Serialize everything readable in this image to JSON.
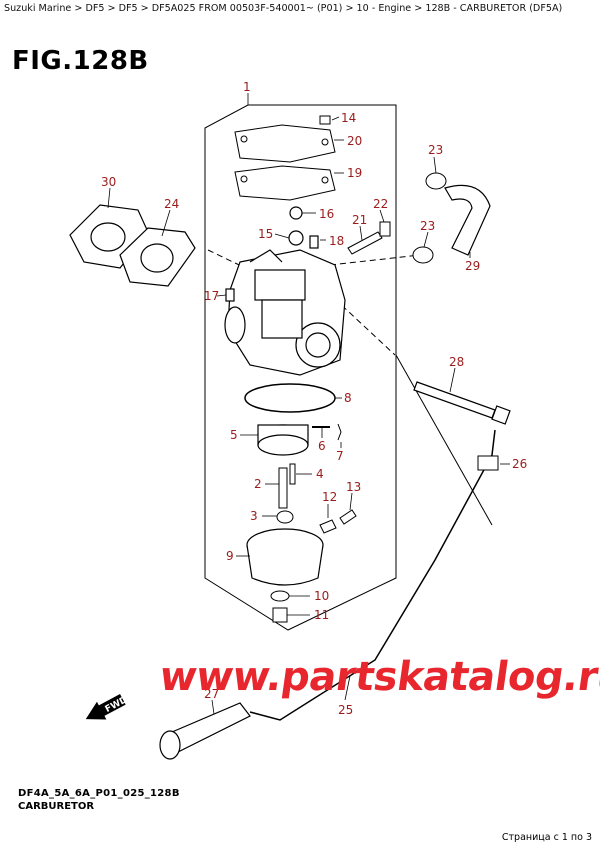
{
  "breadcrumb": "Suzuki Marine > DF5 > DF5 > DF5A025 FROM 00503F-540001~ (P01) > 10 - Engine > 128B - CARBURETOR (DF5A)",
  "figure_title": "FIG.128B",
  "fwd_label": "FWD",
  "watermark": "www.partskatalog.ru",
  "footer": {
    "code": "DF4A_5A_6A_P01_025_128B",
    "name": "CARBURETOR"
  },
  "page_count": "Страница с 1 по 3",
  "callouts": {
    "c1": "1",
    "c2": "2",
    "c3": "3",
    "c4": "4",
    "c5": "5",
    "c6": "6",
    "c7": "7",
    "c8": "8",
    "c9": "9",
    "c10": "10",
    "c11": "11",
    "c12": "12",
    "c13": "13",
    "c14": "14",
    "c15": "15",
    "c16": "16",
    "c17": "17",
    "c18": "18",
    "c19": "19",
    "c20": "20",
    "c21": "21",
    "c22": "22",
    "c23a": "23",
    "c23b": "23",
    "c24": "24",
    "c25": "25",
    "c26": "26",
    "c27": "27",
    "c28": "28",
    "c29": "29",
    "c30": "30"
  },
  "colors": {
    "callout": "#9b1c1c",
    "watermark": "#e8262e",
    "line": "#000000"
  }
}
